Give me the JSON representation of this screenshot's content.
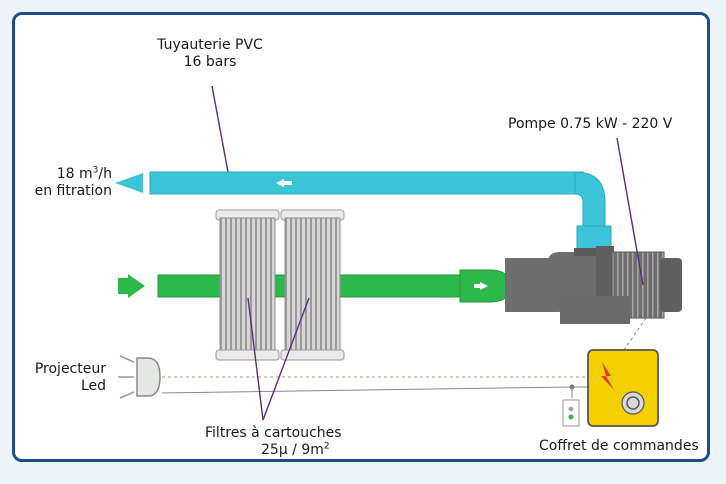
{
  "labels": {
    "pipe_line1": "Tuyauterie PVC",
    "pipe_line2": "16 bars",
    "flow_prefix": "18 m",
    "flow_exp": "3",
    "flow_suffix": "/h",
    "flow_line2": "en fitration",
    "pump": "Pompe 0.75 kW - 220 V",
    "projector_line1": "Projecteur",
    "projector_line2": "Led",
    "filters_line1": "Filtres à cartouches",
    "filters_line2_prefix": "25μ / 9m",
    "filters_line2_exp": "2",
    "control_box": "Coffret de commandes"
  },
  "colors": {
    "frame_border": "#1b4f8a",
    "return_pipe": "#3cc5d9",
    "supply_pipe": "#2db84b",
    "pump_body": "#6e6e6e",
    "control_box": "#f5d000",
    "leader_lines": "#5a2d82"
  }
}
